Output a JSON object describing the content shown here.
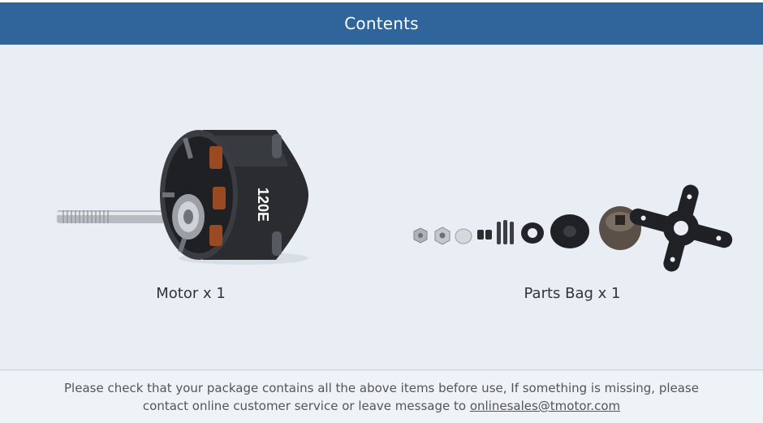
{
  "header": {
    "title": "Contents"
  },
  "items": [
    {
      "label": "Motor x 1",
      "engraving": "120E"
    },
    {
      "label": "Parts Bag x 1"
    }
  ],
  "footer": {
    "message": "Please check that your package contains all the above items before use, If something is missing, please contact online customer service or leave message to",
    "email": "onlinesales@tmotor.com"
  },
  "colors": {
    "header_bg": "#2f659b",
    "page_bg": "#e9eef5",
    "motor_body": "#2a2c30",
    "copper": "#9a4a22"
  }
}
